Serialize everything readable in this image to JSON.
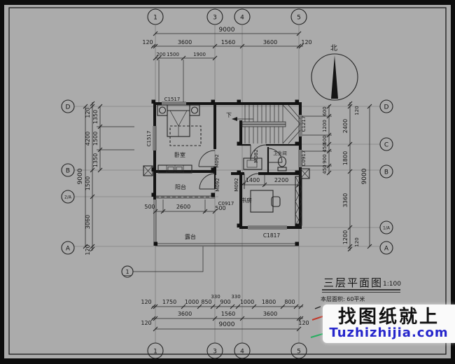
{
  "colors": {
    "sheet": "#ababab",
    "line": "#1a1a1a",
    "watermark_blue": "#2626cc",
    "legend_red": "#c0392b",
    "legend_green": "#27ae60"
  },
  "grid": {
    "top": [
      "1",
      "3",
      "4",
      "5"
    ],
    "bottom": [
      "1",
      "3",
      "4",
      "5"
    ],
    "left": [
      "D",
      "B",
      "2/A",
      "A"
    ],
    "right": [
      "D",
      "C",
      "B",
      "1/A",
      "A"
    ]
  },
  "detail_ref": "1",
  "north": {
    "label": "北"
  },
  "dims": {
    "top_overall": "9000",
    "top_mid": [
      "120",
      "3600",
      "1560",
      "3600",
      "120"
    ],
    "top_inner": [
      "200",
      "1500",
      "1900"
    ],
    "bottom_inner": [
      "120",
      "1750",
      "1000",
      "850",
      "330",
      "900",
      "330",
      "1000",
      "1800",
      "800"
    ],
    "bottom_mid": [
      "3600",
      "1560",
      "3600"
    ],
    "bottom_outer": [
      "120",
      "9000",
      "120"
    ],
    "left_overall": "9000",
    "left_mid": [
      "120",
      "4200",
      "1500",
      "3060",
      "120"
    ],
    "left_inner": [
      "1350",
      "1500",
      "1350"
    ],
    "right_inner": [
      "600",
      "1200",
      "600",
      "450",
      "900",
      "450"
    ],
    "right_mid": [
      "2400",
      "1800",
      "3360",
      "1200"
    ],
    "right_ext": [
      "120",
      "120"
    ],
    "right_overall": "9000",
    "study_inner": [
      "1400",
      "2200"
    ],
    "balcony_inner": [
      "500",
      "2600",
      "500"
    ]
  },
  "rooms": {
    "bedroom": "卧室",
    "bathroom": "卫生间",
    "balcony": "阳台",
    "terrace": "露台",
    "study": "书房",
    "stair_down": "下"
  },
  "openings": {
    "win_top": "C1517",
    "win_left": "C1517",
    "win_stair": "C1217",
    "win_bath": "C0917",
    "win_balcony": "C0917",
    "win_study": "C1817",
    "door_bedroom": "M092",
    "door_balcony": "M092",
    "door_study": "M092",
    "door_bath": "M082"
  },
  "titleblock": {
    "title": "三层平面图",
    "scale": "1:100",
    "area": "本层面积: 60平米"
  },
  "watermark": {
    "cn": "找图纸就上",
    "en": "Tuzhizhijia.com"
  }
}
